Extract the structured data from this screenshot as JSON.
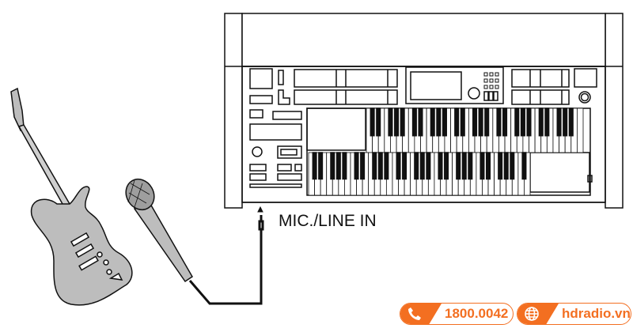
{
  "diagram": {
    "jack_label": "MIC./LINE IN",
    "devices": [
      "electric-guitar",
      "microphone",
      "electone-organ"
    ]
  },
  "contact": {
    "phone": "1800.0042",
    "website": "hdradio.vn",
    "accent_color": "#f36f21"
  }
}
